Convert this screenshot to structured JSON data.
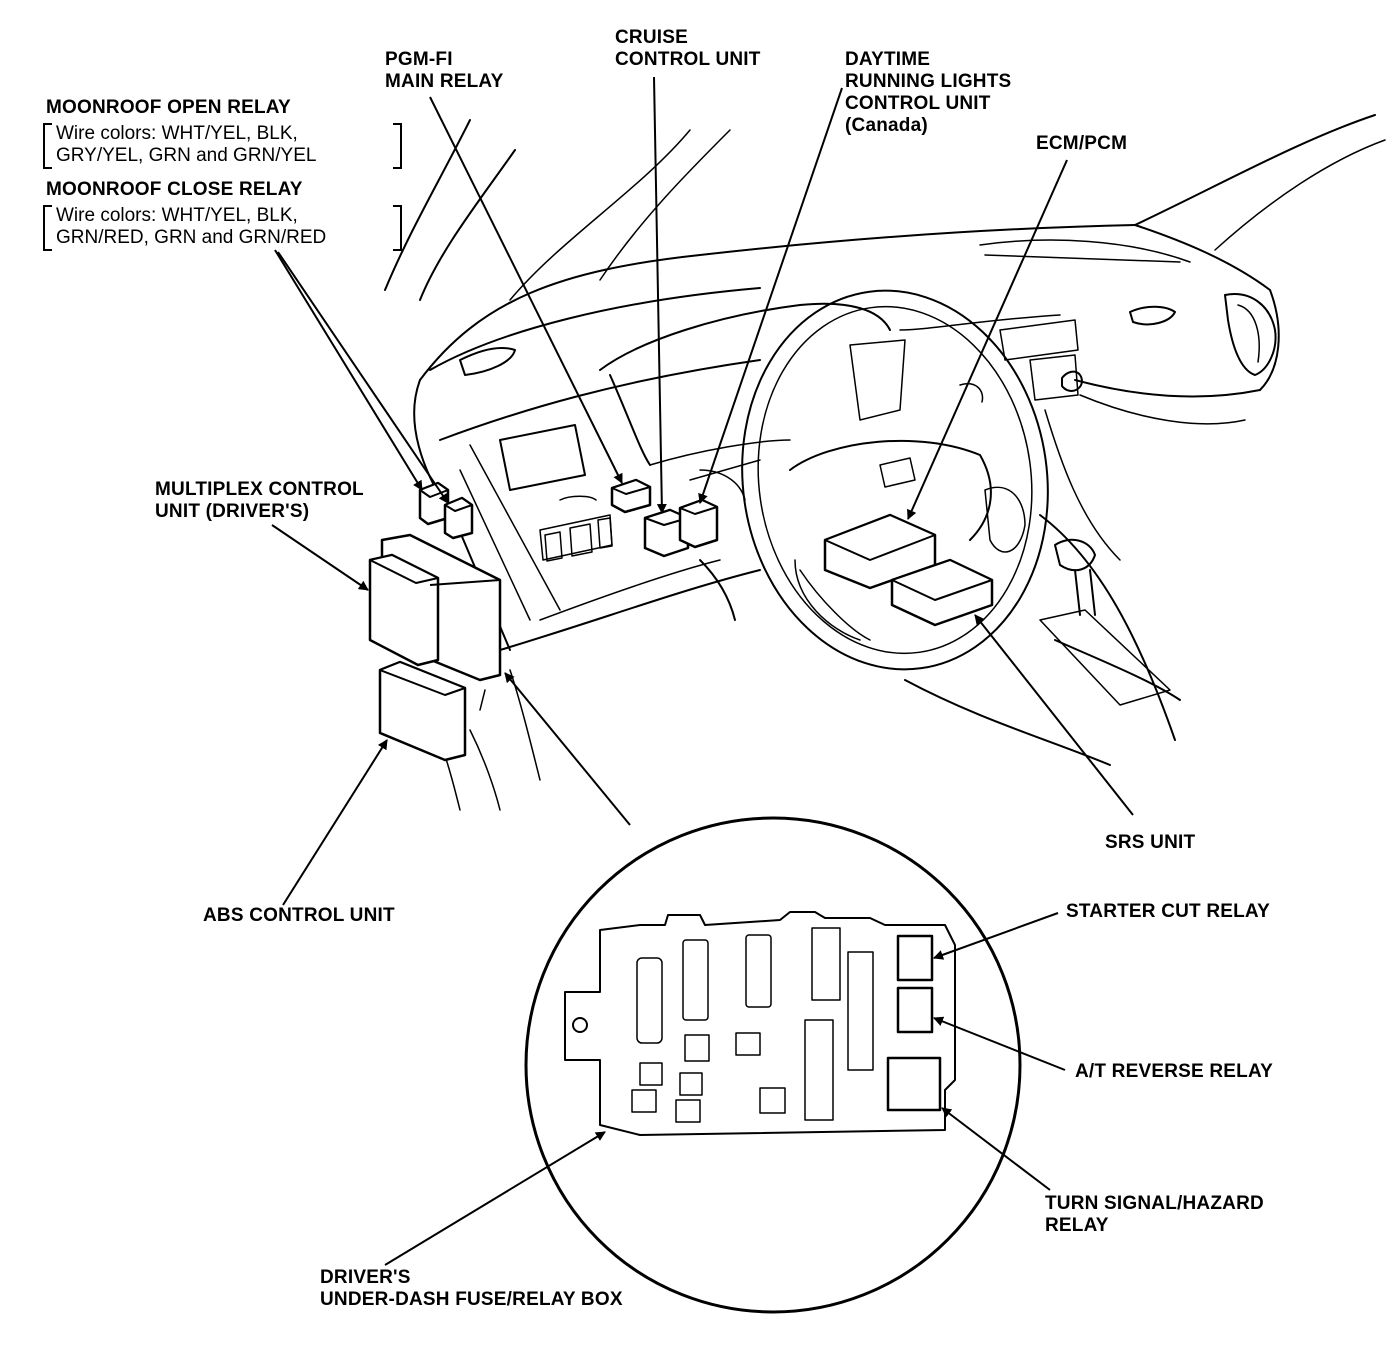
{
  "labels": {
    "moonroof_open": {
      "title": "MOONROOF OPEN RELAY",
      "wire_line1": "Wire colors: WHT/YEL, BLK,",
      "wire_line2": "GRY/YEL, GRN and GRN/YEL"
    },
    "moonroof_close": {
      "title": "MOONROOF CLOSE RELAY",
      "wire_line1": "Wire colors: WHT/YEL, BLK,",
      "wire_line2": "GRN/RED, GRN and GRN/RED"
    },
    "pgmfi": {
      "line1": "PGM-FI",
      "line2": "MAIN RELAY"
    },
    "cruise": {
      "line1": "CRUISE",
      "line2": "CONTROL UNIT"
    },
    "drl": {
      "line1": "DAYTIME",
      "line2": "RUNNING LIGHTS",
      "line3": "CONTROL UNIT",
      "line4": "(Canada)"
    },
    "ecm": {
      "line1": "ECM/PCM"
    },
    "multiplex": {
      "line1": "MULTIPLEX CONTROL",
      "line2": "UNIT (DRIVER'S)"
    },
    "abs": {
      "line1": "ABS CONTROL UNIT"
    },
    "srs": {
      "line1": "SRS UNIT"
    },
    "starter_cut": {
      "line1": "STARTER CUT RELAY"
    },
    "at_reverse": {
      "line1": "A/T REVERSE RELAY"
    },
    "turn_signal": {
      "line1": "TURN SIGNAL/HAZARD",
      "line2": "RELAY"
    },
    "fuse_box": {
      "line1": "DRIVER'S",
      "line2": "UNDER-DASH FUSE/RELAY BOX"
    }
  }
}
